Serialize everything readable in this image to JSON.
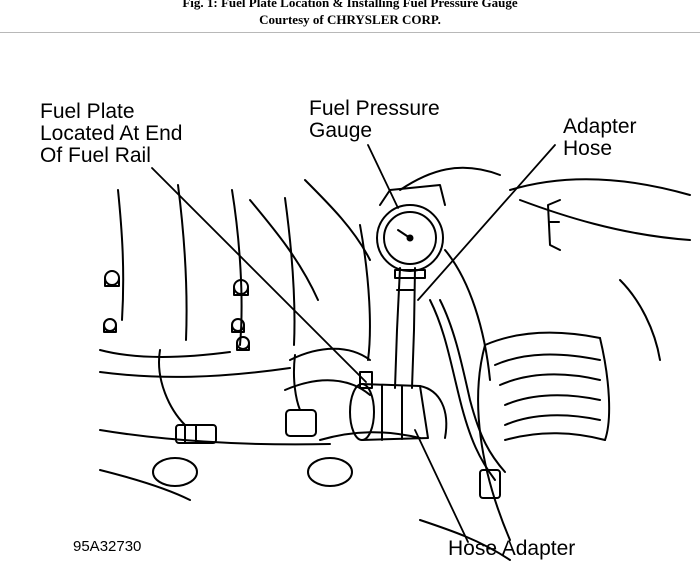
{
  "figure": {
    "caption_line1": "Fig. 1: Fuel Plate Location & Installing Fuel Pressure Gauge",
    "caption_line2": "Courtesy of CHRYSLER CORP."
  },
  "labels": {
    "fuel_plate": [
      "Fuel Plate",
      "Located At End",
      "Of Fuel Rail"
    ],
    "pressure_gauge": [
      "Fuel Pressure",
      "Gauge"
    ],
    "adapter_hose": [
      "Adapter",
      "Hose"
    ],
    "hose_adapter": "Hose Adapter"
  },
  "figure_code": "95A32730"
}
